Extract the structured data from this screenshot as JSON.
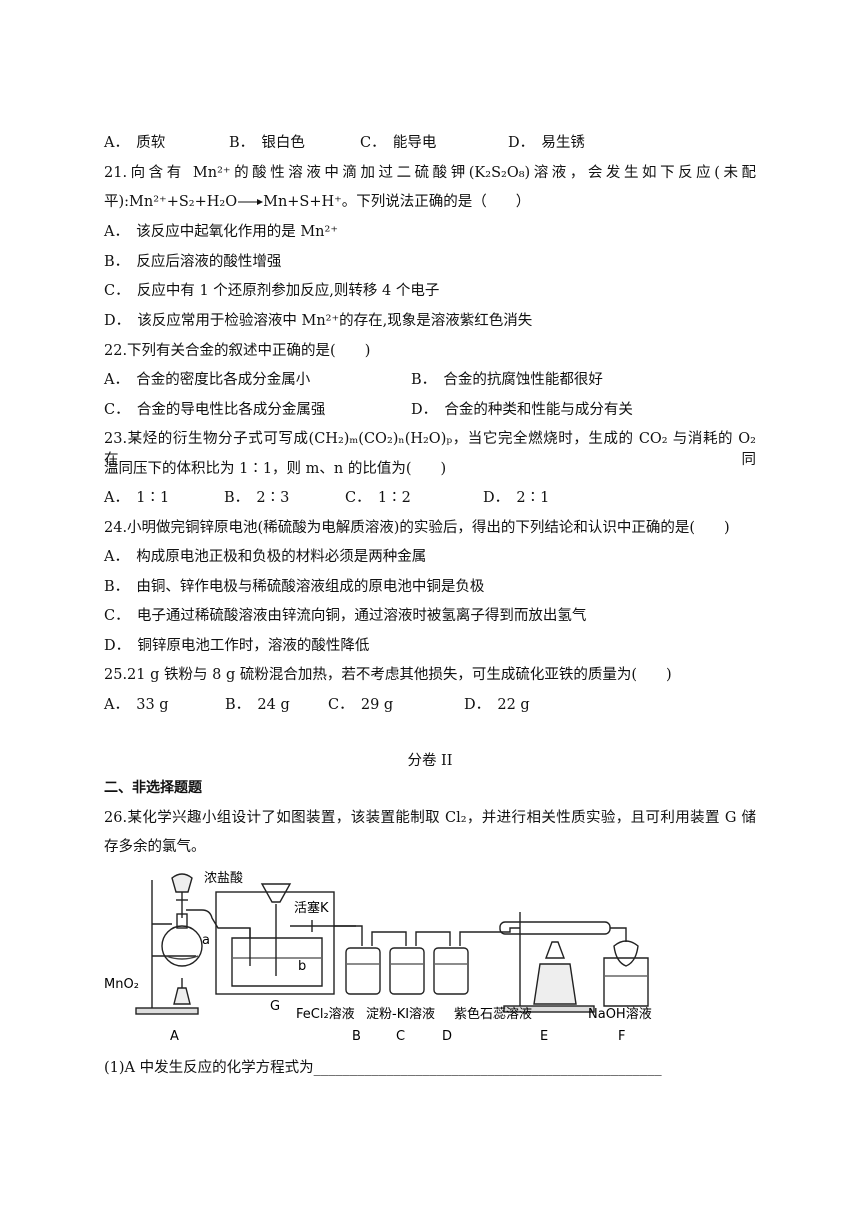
{
  "q20": {
    "options": [
      "A．　质软",
      "B．　银白色",
      "C．　能导电",
      "D．　易生锈"
    ]
  },
  "q21": {
    "stem_line1": "21.向含有 Mn²⁺的酸性溶液中滴加过二硫酸钾(K₂S₂O₈)溶液，会发生如下反应(未配",
    "stem_line2_prefix": "平):Mn²⁺+S₂+H₂O",
    "stem_line2_suffix": "Mn+S+H⁺。下列说法正确的是（　　）",
    "options": [
      "A．　该反应中起氧化作用的是 Mn²⁺",
      "B．　反应后溶液的酸性增强",
      "C．　反应中有 1 个还原剂参加反应,则转移 4 个电子",
      "D．　该反应常用于检验溶液中 Mn²⁺的存在,现象是溶液紫红色消失"
    ]
  },
  "q22": {
    "stem": "22.下列有关合金的叙述中正确的是(　　)",
    "options": [
      "A．　合金的密度比各成分金属小",
      "B．　合金的抗腐蚀性能都很好",
      "C．　合金的导电性比各成分金属强",
      "D．　合金的种类和性能与成分有关"
    ]
  },
  "q23": {
    "stem_line1": "23.某烃的衍生物分子式可写成(CH₂)ₘ(CO₂)ₙ(H₂O)ₚ，当它完全燃烧时，生成的 CO₂ 与消耗的 O₂ 在同",
    "stem_line2": "温同压下的体积比为 1∶1，则 m、n 的比值为(　　)",
    "options": [
      "A．　1∶1",
      "B．　2∶3",
      "C．　1∶2",
      "D．　2∶1"
    ]
  },
  "q24": {
    "stem": "24.小明做完铜锌原电池(稀硫酸为电解质溶液)的实验后，得出的下列结论和认识中正确的是(　　)",
    "options": [
      "A．　构成原电池正极和负极的材料必须是两种金属",
      "B．　由铜、锌作电极与稀硫酸溶液组成的原电池中铜是负极",
      "C．　电子通过稀硫酸溶液由锌流向铜，通过溶液时被氢离子得到而放出氢气",
      "D．　铜锌原电池工作时，溶液的酸性降低"
    ]
  },
  "q25": {
    "stem": "25.21 g 铁粉与 8 g 硫粉混合加热，若不考虑其他损失，可生成硫化亚铁的质量为(　　)",
    "options": [
      "A．　33 g",
      "B．　24 g",
      "C．　29 g",
      "D．　22 g"
    ]
  },
  "section2": {
    "title": "分卷 II",
    "heading": "二、非选择题题"
  },
  "q26": {
    "stem_line1": "26.某化学兴趣小组设计了如图装置，该装置能制取 Cl₂，并进行相关性质实验，且可利用装置 G 储",
    "stem_line2": "存多余的氯气。",
    "sub1": "(1)A 中发生反应的化学方程式为________________________________________________"
  },
  "figure": {
    "labels": {
      "hcl": "浓盐酸",
      "valve": "活塞K",
      "a": "a",
      "b": "b",
      "mno2": "MnO₂",
      "g": "G",
      "fecl2": "FeCl₂溶液",
      "ki": "淀粉-KI溶液",
      "litmus": "紫色石蕊溶液",
      "naoh": "NaOH溶液"
    },
    "letters": [
      "A",
      "B",
      "C",
      "D",
      "E",
      "F"
    ]
  }
}
